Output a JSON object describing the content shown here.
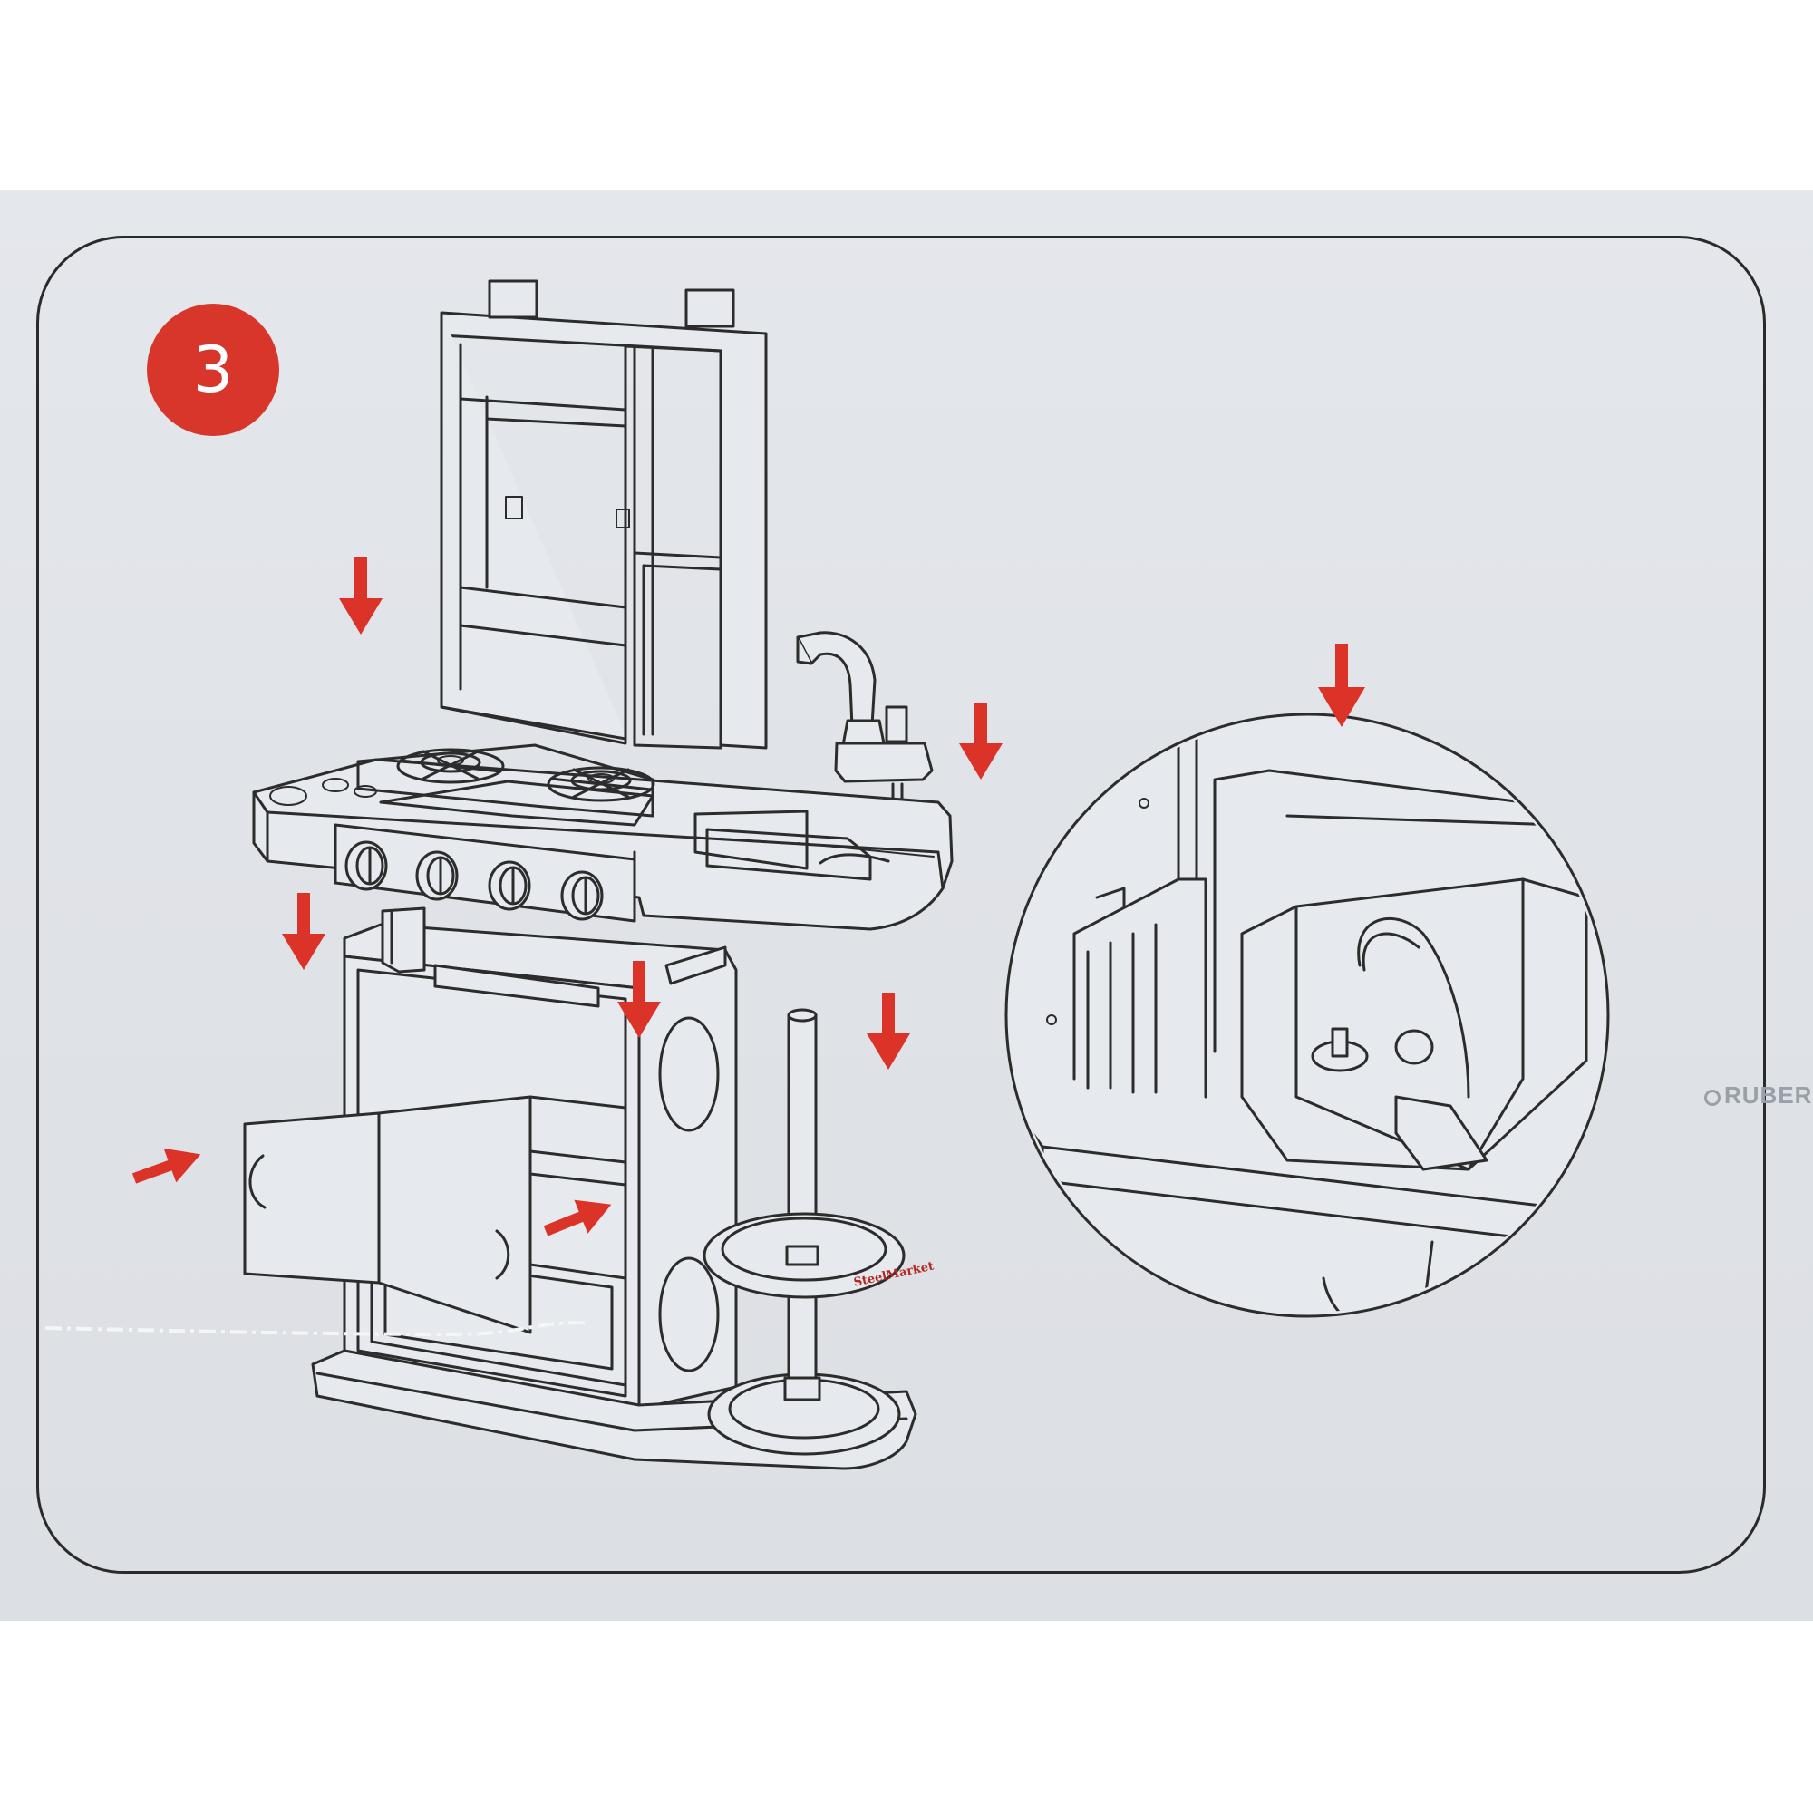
{
  "step": {
    "number": "3",
    "color": "#d8352b"
  },
  "panel": {
    "background": "#e1e4e9",
    "line_color": "#2c2c2c",
    "arrow_color": "#dc3328"
  },
  "watermarks": {
    "stamp": "SteelMarket",
    "site": "RUBERI"
  },
  "components": [
    "shelf-unit",
    "countertop",
    "cooktop-burners",
    "control-knobs",
    "faucet",
    "sink",
    "cabinet-body",
    "cabinet-doors",
    "pole-stand",
    "sink-detail-inset"
  ],
  "arrows": [
    {
      "id": "shelf-arrow",
      "direction": "down"
    },
    {
      "id": "faucet-arrow",
      "direction": "down"
    },
    {
      "id": "countertop-left-arrow",
      "direction": "down"
    },
    {
      "id": "cabinet-arrow",
      "direction": "down"
    },
    {
      "id": "pole-arrow",
      "direction": "down"
    },
    {
      "id": "door-left-arrow",
      "direction": "right"
    },
    {
      "id": "door-right-arrow",
      "direction": "right"
    },
    {
      "id": "inset-arrow",
      "direction": "down"
    }
  ]
}
